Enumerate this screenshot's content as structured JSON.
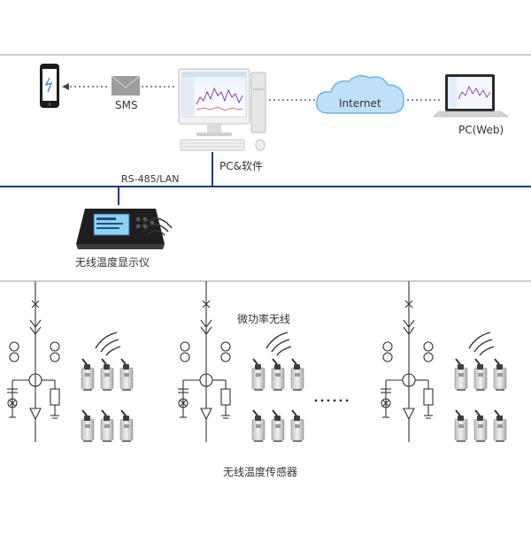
{
  "top": {
    "sms_label": "SMS",
    "internet_label": "Internet",
    "pc_web_label": "PC(Web)",
    "pc_software_label": "PC&软件",
    "bus_label": "RS-485/LAN"
  },
  "display": {
    "label": "无线温度显示仪"
  },
  "field": {
    "micro_power_label": "微功率无线",
    "ellipsis": "……",
    "sensor_label": "无线温度传感器"
  },
  "colors": {
    "bus_line": "#1a3a8a",
    "divider": "#999999",
    "cloud_fill": "#bfe1f7",
    "cloud_stroke": "#6fb6e6",
    "sensor_body": "#d9d9d9",
    "sensor_cap": "#4a4a4a",
    "chart_trace": "#8a3ab9"
  }
}
